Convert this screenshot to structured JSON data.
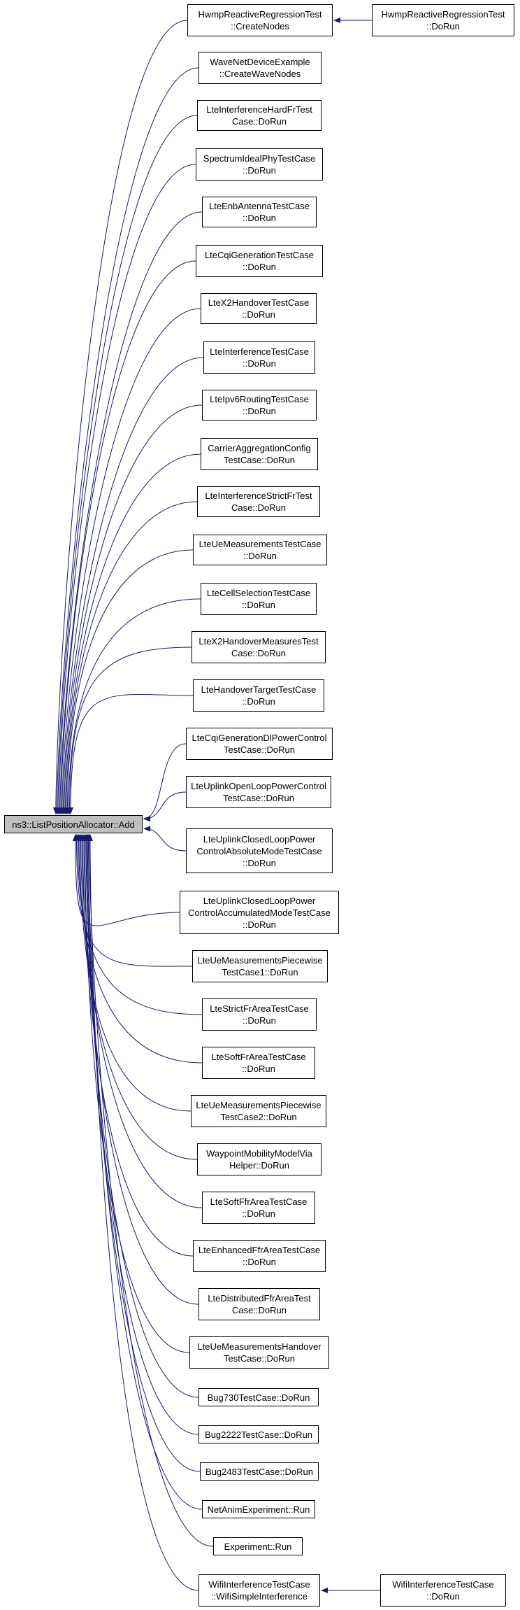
{
  "colors": {
    "edge": "#191970",
    "root_fill": "#bfbfbf",
    "node_fill": "#ffffff",
    "border": "#000000"
  },
  "root": {
    "id": "root",
    "lines": [
      "ns3::ListPositionAllocator::Add"
    ]
  },
  "callers": [
    {
      "id": "n0",
      "lines": [
        "HwmpReactiveRegressionTest",
        "::CreateNodes"
      ]
    },
    {
      "id": "n1",
      "lines": [
        "WaveNetDeviceExample",
        "::CreateWaveNodes"
      ]
    },
    {
      "id": "n2",
      "lines": [
        "LteInterferenceHardFrTest",
        "Case::DoRun"
      ]
    },
    {
      "id": "n3",
      "lines": [
        "SpectrumIdealPhyTestCase",
        "::DoRun"
      ]
    },
    {
      "id": "n4",
      "lines": [
        "LteEnbAntennaTestCase",
        "::DoRun"
      ]
    },
    {
      "id": "n5",
      "lines": [
        "LteCqiGenerationTestCase",
        "::DoRun"
      ]
    },
    {
      "id": "n6",
      "lines": [
        "LteX2HandoverTestCase",
        "::DoRun"
      ]
    },
    {
      "id": "n7",
      "lines": [
        "LteInterferenceTestCase",
        "::DoRun"
      ]
    },
    {
      "id": "n8",
      "lines": [
        "LteIpv6RoutingTestCase",
        "::DoRun"
      ]
    },
    {
      "id": "n9",
      "lines": [
        "CarrierAggregationConfig",
        "TestCase::DoRun"
      ]
    },
    {
      "id": "n10",
      "lines": [
        "LteInterferenceStrictFrTest",
        "Case::DoRun"
      ]
    },
    {
      "id": "n11",
      "lines": [
        "LteUeMeasurementsTestCase",
        "::DoRun"
      ]
    },
    {
      "id": "n12",
      "lines": [
        "LteCellSelectionTestCase",
        "::DoRun"
      ]
    },
    {
      "id": "n13",
      "lines": [
        "LteX2HandoverMeasuresTest",
        "Case::DoRun"
      ]
    },
    {
      "id": "n14",
      "lines": [
        "LteHandoverTargetTestCase",
        "::DoRun"
      ]
    },
    {
      "id": "n15",
      "lines": [
        "LteCqiGenerationDlPowerControl",
        "TestCase::DoRun"
      ]
    },
    {
      "id": "n16",
      "lines": [
        "LteUplinkOpenLoopPowerControl",
        "TestCase::DoRun"
      ]
    },
    {
      "id": "n17",
      "lines": [
        "LteUplinkClosedLoopPower",
        "ControlAbsoluteModeTestCase",
        "::DoRun"
      ]
    },
    {
      "id": "n18",
      "lines": [
        "LteUplinkClosedLoopPower",
        "ControlAccumulatedModeTestCase",
        "::DoRun"
      ]
    },
    {
      "id": "n19",
      "lines": [
        "LteUeMeasurementsPiecewise",
        "TestCase1::DoRun"
      ]
    },
    {
      "id": "n20",
      "lines": [
        "LteStrictFrAreaTestCase",
        "::DoRun"
      ]
    },
    {
      "id": "n21",
      "lines": [
        "LteSoftFrAreaTestCase",
        "::DoRun"
      ]
    },
    {
      "id": "n22",
      "lines": [
        "LteUeMeasurementsPiecewise",
        "TestCase2::DoRun"
      ]
    },
    {
      "id": "n23",
      "lines": [
        "WaypointMobilityModelVia",
        "Helper::DoRun"
      ]
    },
    {
      "id": "n24",
      "lines": [
        "LteSoftFfrAreaTestCase",
        "::DoRun"
      ]
    },
    {
      "id": "n25",
      "lines": [
        "LteEnhancedFfrAreaTestCase",
        "::DoRun"
      ]
    },
    {
      "id": "n26",
      "lines": [
        "LteDistributedFfrAreaTest",
        "Case::DoRun"
      ]
    },
    {
      "id": "n27",
      "lines": [
        "LteUeMeasurementsHandover",
        "TestCase::DoRun"
      ]
    },
    {
      "id": "n28",
      "lines": [
        "Bug730TestCase::DoRun"
      ]
    },
    {
      "id": "n29",
      "lines": [
        "Bug2222TestCase::DoRun"
      ]
    },
    {
      "id": "n30",
      "lines": [
        "Bug2483TestCase::DoRun"
      ]
    },
    {
      "id": "n31",
      "lines": [
        "NetAnimExperiment::Run"
      ]
    },
    {
      "id": "n32",
      "lines": [
        "Experiment::Run"
      ]
    },
    {
      "id": "n33",
      "lines": [
        "WifiInterferenceTestCase",
        "::WifiSimpleInterference"
      ]
    }
  ],
  "second_level": [
    {
      "id": "s0",
      "lines": [
        "HwmpReactiveRegressionTest",
        "::DoRun"
      ],
      "calls": "n0"
    },
    {
      "id": "s1",
      "lines": [
        "WifiInterferenceTestCase",
        "::DoRun"
      ],
      "calls": "n33"
    }
  ]
}
